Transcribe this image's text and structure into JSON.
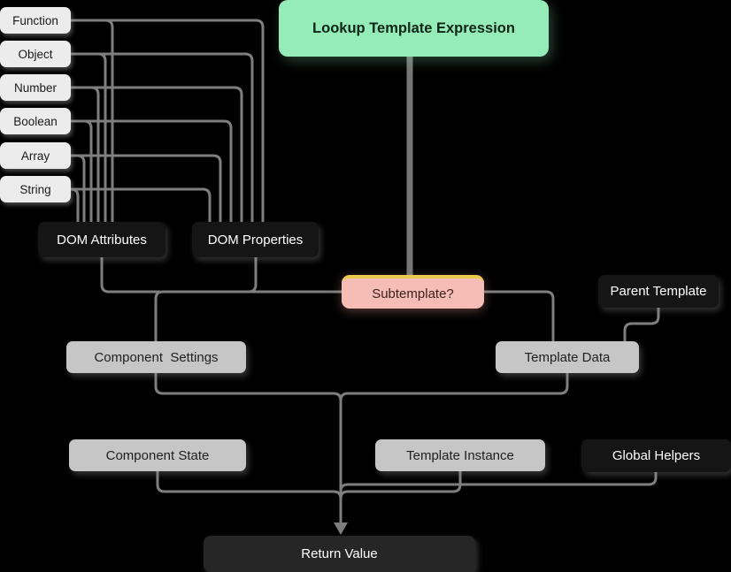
{
  "colors": {
    "background": "#000000",
    "green_node": "#96ecb8",
    "pink_node": "#f6bcb6",
    "yellow_accent": "#e9c84d",
    "gray_node": "#c6c6c6",
    "dark_node": "#151515",
    "line": "#7e7e7e"
  },
  "nodes": {
    "lookup": {
      "label": "Lookup Template Expression"
    },
    "types": [
      "Function",
      "Object",
      "Number",
      "Boolean",
      "Array",
      "String"
    ],
    "dom_attributes": {
      "label": "DOM Attributes"
    },
    "dom_properties": {
      "label": "DOM Properties"
    },
    "subtemplate": {
      "label": "Subtemplate?"
    },
    "parent_template": {
      "label": "Parent Template"
    },
    "component_settings": {
      "label": "Component  Settings"
    },
    "template_data": {
      "label": "Template Data"
    },
    "component_state": {
      "label": "Component State"
    },
    "template_instance": {
      "label": "Template Instance"
    },
    "global_helpers": {
      "label": "Global Helpers"
    },
    "return_value": {
      "label": "Return Value"
    }
  }
}
